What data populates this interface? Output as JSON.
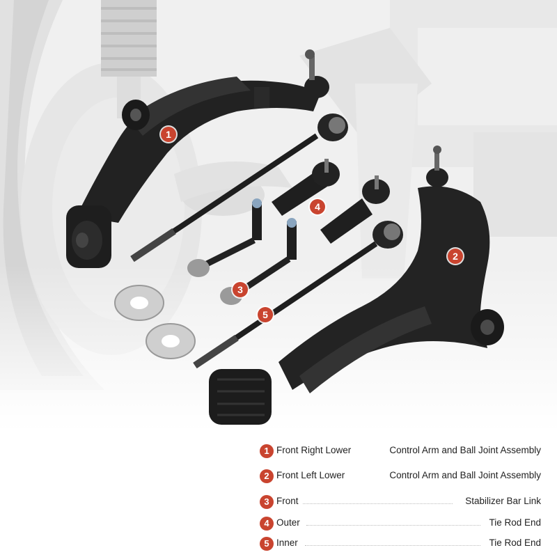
{
  "badges": [
    "1",
    "2",
    "3",
    "4",
    "5"
  ],
  "legend": [
    {
      "num": "1",
      "left": "Front Right Lower",
      "right": "Control Arm and Ball Joint Assembly"
    },
    {
      "num": "2",
      "left": "Front Left Lower",
      "right": "Control Arm and Ball Joint Assembly"
    },
    {
      "num": "3",
      "left": "Front",
      "right": "Stabilizer Bar Link"
    },
    {
      "num": "4",
      "left": "Outer",
      "right": "Tie Rod End"
    },
    {
      "num": "5",
      "left": "Inner",
      "right": "Tie Rod End"
    }
  ],
  "colors": {
    "badge": "#c9442f",
    "part": "#1c1c1c",
    "background_photo": "#e6e6e6"
  }
}
